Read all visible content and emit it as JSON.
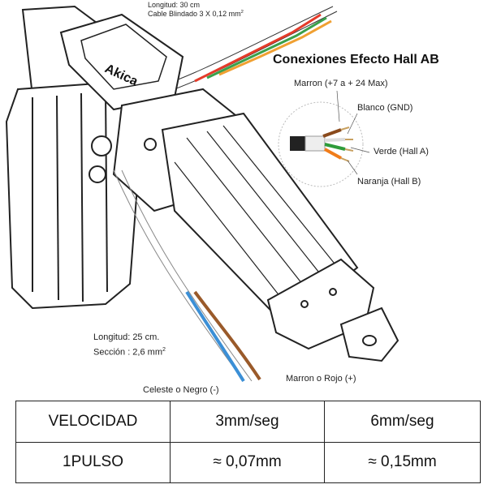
{
  "top_cable": {
    "length_label": "Longitud: 30 cm",
    "cable_label": "Cable Blindado 3 X 0,12 mm",
    "cable_label_sup": "2"
  },
  "hall": {
    "title": "Conexiones Efecto Hall AB",
    "wires": [
      {
        "label": "Marron (+7 a + 24 Max)",
        "color": "#8a4a1c"
      },
      {
        "label": "Blanco (GND)",
        "color": "#f2f2f2"
      },
      {
        "label": "Verde (Hall A)",
        "color": "#2e9b3a"
      },
      {
        "label": "Naranja (Hall B)",
        "color": "#f07c1a"
      }
    ]
  },
  "power_cable": {
    "length_label": "Longitud: 25 cm.",
    "section_label": "Sección : 2,6 mm",
    "section_sup": "2",
    "neg_label": "Celeste o Negro (-)",
    "pos_label": "Marron o Rojo (+)",
    "neg_color": "#3b8fd6",
    "pos_color": "#9a5a2a"
  },
  "device": {
    "logo": "Akica"
  },
  "spec_table": {
    "rows": [
      [
        "VELOCIDAD",
        "3mm/seg",
        "6mm/seg"
      ],
      [
        "1PULSO",
        "≈ 0,07mm",
        "≈ 0,15mm"
      ]
    ]
  }
}
